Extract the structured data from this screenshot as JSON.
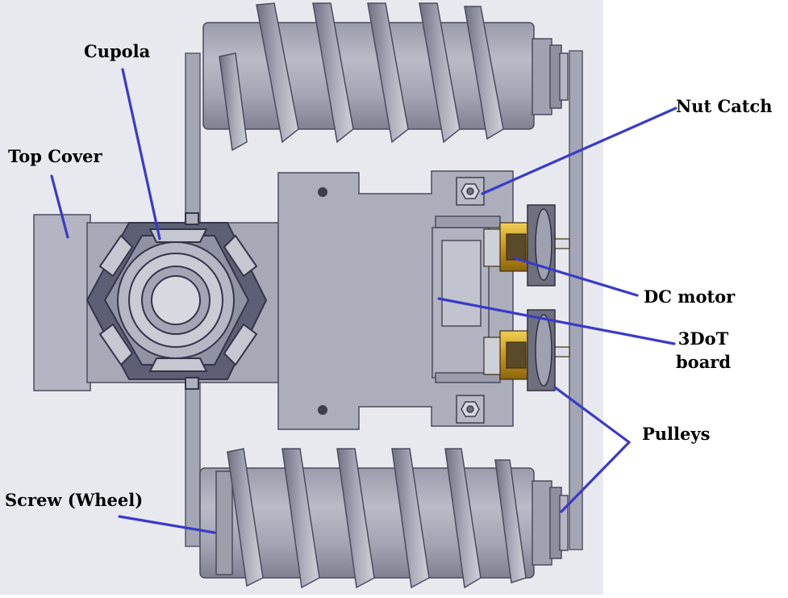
{
  "labels": {
    "cupola": "Cupola",
    "top_cover": "Top Cover",
    "nut_catch": "Nut Catch",
    "dc_motor": "DC motor",
    "board_line1": "3DoT",
    "board_line2": "board",
    "pulleys": "Pulleys",
    "screw_wheel": "Screw (Wheel)"
  },
  "colors": {
    "leader_line": "#3a3ac8",
    "body": "#a9abb8",
    "body_dark": "#8c8e9c",
    "body_light": "#c2c4cf",
    "motor_gold": "#d4a62a",
    "background": "#e9eaf0"
  }
}
